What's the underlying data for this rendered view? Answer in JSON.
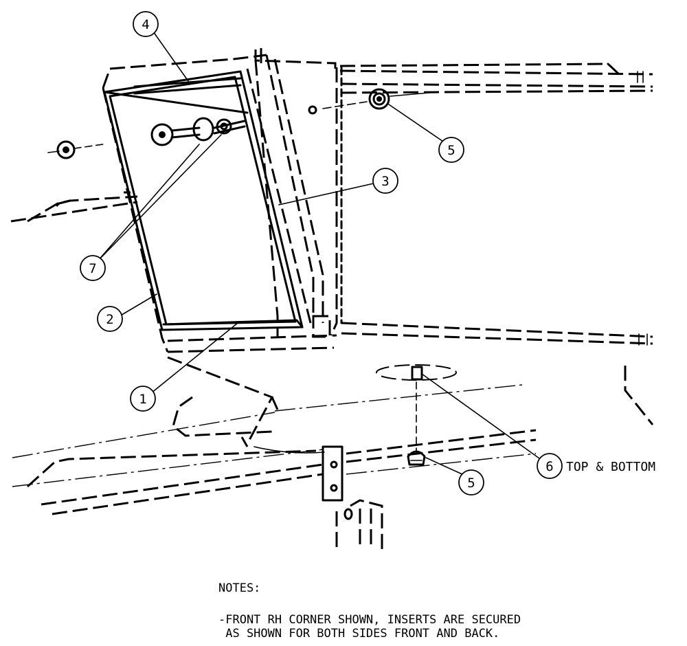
{
  "callouts": [
    {
      "number": "1"
    },
    {
      "number": "2"
    },
    {
      "number": "3"
    },
    {
      "number": "4"
    },
    {
      "number": "5"
    },
    {
      "number": "5"
    },
    {
      "number": "6"
    },
    {
      "number": "7"
    }
  ],
  "callout_6_note": "TOP & BOTTOM",
  "notes": {
    "title": "NOTES:",
    "lines": [
      "-FRONT RH CORNER SHOWN, INSERTS ARE SECURED",
      " AS SHOWN FOR BOTH SIDES FRONT AND BACK."
    ]
  }
}
